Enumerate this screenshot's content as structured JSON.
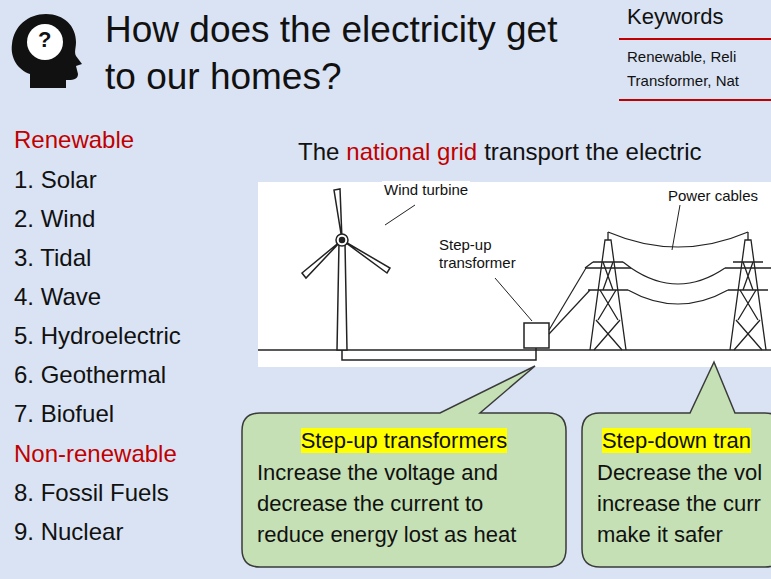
{
  "diagram": {
    "title": "How does the electricity get to our homes?",
    "nodes": [
      {
        "text": [
          "Keywords",
          "Renewable, Reli Transformer, Nat"
        ]
      },
      {
        "text": [
          "Step-up transformers",
          "Increase the voltage and decrease the current to reduce energy lost as heat"
        ]
      },
      {
        "text": [
          "Step-down tran",
          "Decrease the vol increase the curr make it safer"
        ]
      }
    ],
    "labels": [
      "?",
      "The",
      "national grid",
      "transport the electric",
      "Renewable",
      "1. Solar",
      "2. Wind",
      "3. Tidal",
      "4. Wave",
      "5. Hydroelectric",
      "6. Geothermal",
      "7. Biofuel",
      "Non-renewable",
      "8. Fossil Fuels",
      "9. Nuclear",
      "Wind turbine",
      "Step-up transformer",
      "Power cables"
    ]
  }
}
